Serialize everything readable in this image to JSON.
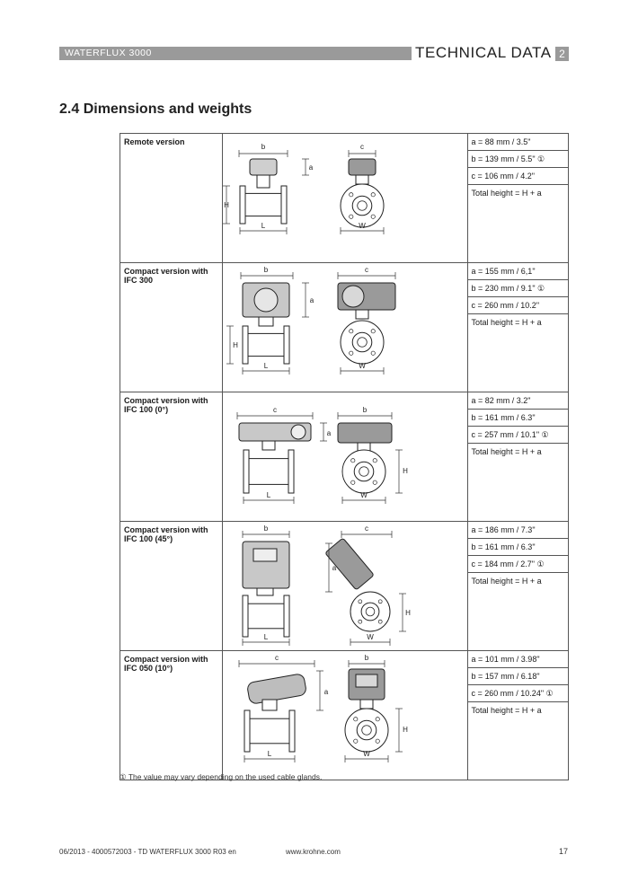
{
  "header": {
    "product": "WATERFLUX 3000",
    "title": "TECHNICAL DATA",
    "chapter": "2"
  },
  "section": {
    "title": "2.4  Dimensions and weights"
  },
  "rows": [
    {
      "label": "Remote version",
      "values": [
        "a = 88 mm / 3.5\"",
        "b = 139 mm / 5.5\" ①",
        "c = 106 mm / 4.2\"",
        "Total height = H + a"
      ]
    },
    {
      "label": "Compact version with IFC 300",
      "values": [
        "a = 155 mm / 6,1\"",
        "b = 230 mm / 9.1\" ①",
        "c = 260 mm / 10.2\"",
        "Total height = H + a"
      ]
    },
    {
      "label": "Compact version with IFC 100 (0°)",
      "values": [
        "a = 82 mm / 3.2\"",
        "b = 161 mm / 6.3\"",
        "c = 257 mm / 10.1\" ①",
        "Total height = H + a"
      ]
    },
    {
      "label": "Compact version with IFC 100 (45°)",
      "values": [
        "a = 186 mm / 7.3\"",
        "b = 161 mm / 6.3\"",
        "c = 184 mm / 2.7\" ①",
        "Total height = H + a"
      ]
    },
    {
      "label": "Compact version with IFC 050 (10°)",
      "values": [
        "a = 101 mm / 3.98\"",
        "b = 157 mm / 6.18\"",
        "c = 260 mm / 10.24\" ①",
        "Total height = H + a"
      ]
    }
  ],
  "dimension_letters": {
    "a": "a",
    "b": "b",
    "c": "c",
    "H": "H",
    "L": "L",
    "W": "W"
  },
  "footnote": "① The value may vary depending on the used cable glands.",
  "footer": {
    "doc": "06/2013 - 4000572003 - TD WATERFLUX 3000 R03 en",
    "url": "www.krohne.com",
    "page": "17"
  }
}
